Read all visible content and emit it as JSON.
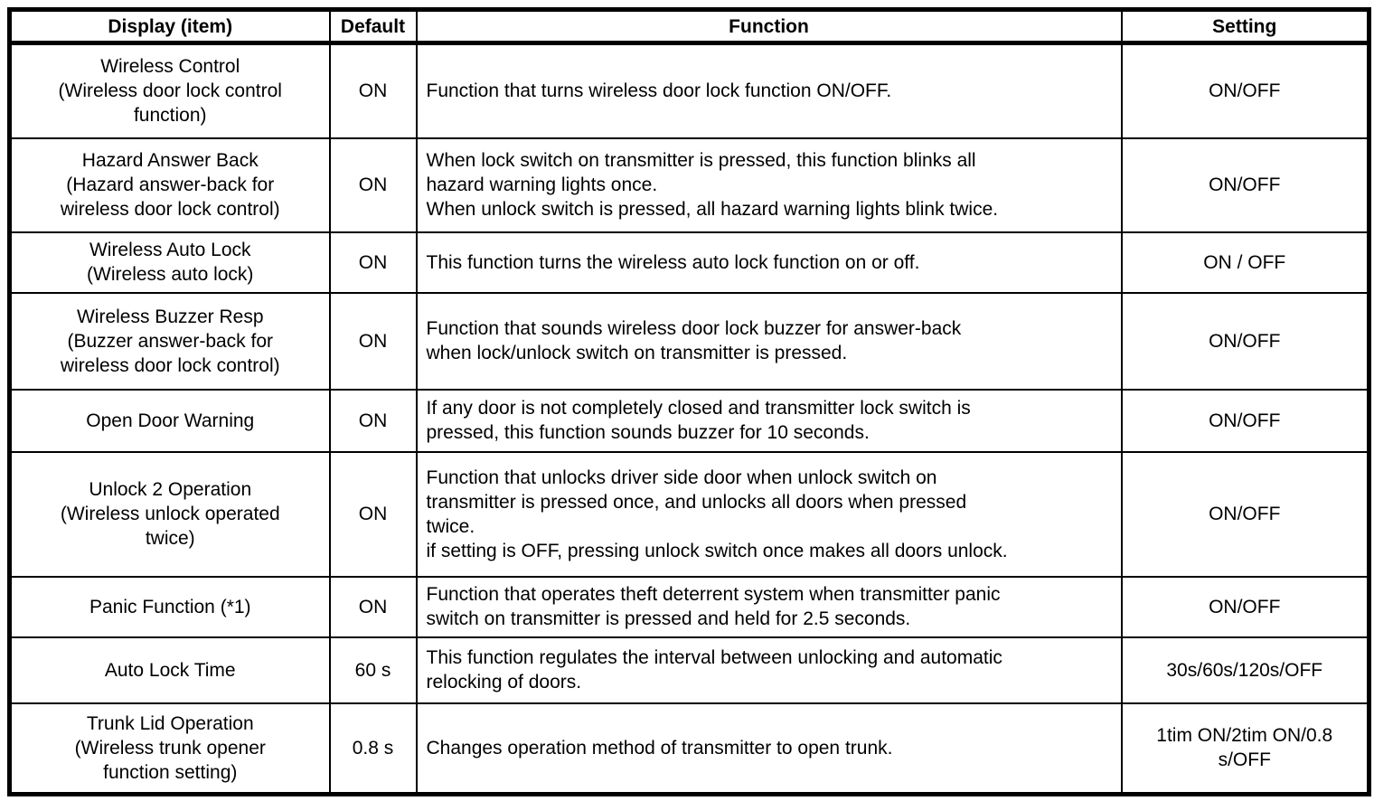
{
  "table": {
    "headers": [
      "Display (item)",
      "Default",
      "Function",
      "Setting"
    ],
    "rows": [
      {
        "display": "Wireless Control\n(Wireless door lock control\nfunction)",
        "default": "ON",
        "function": "Function that turns wireless door lock function ON/OFF.",
        "setting": "ON/OFF"
      },
      {
        "display": "Hazard Answer Back\n(Hazard answer-back for\nwireless door lock control)",
        "default": "ON",
        "function": "When lock switch on transmitter is pressed, this function blinks all\nhazard warning lights once.\nWhen unlock switch is pressed, all hazard warning lights blink twice.",
        "setting": "ON/OFF"
      },
      {
        "display": "Wireless Auto Lock\n(Wireless auto lock)",
        "default": "ON",
        "function": "This function turns the wireless auto lock function on or off.",
        "setting": "ON / OFF"
      },
      {
        "display": "Wireless Buzzer Resp\n(Buzzer answer-back for\nwireless door lock control)",
        "default": "ON",
        "function": "Function that sounds wireless door lock buzzer for answer-back\nwhen lock/unlock switch on transmitter is pressed.",
        "setting": "ON/OFF"
      },
      {
        "display": "Open Door Warning",
        "default": "ON",
        "function": "If any door is not completely closed and transmitter lock switch is\npressed, this function sounds buzzer for 10 seconds.",
        "setting": "ON/OFF"
      },
      {
        "display": "Unlock 2 Operation\n(Wireless unlock operated\ntwice)",
        "default": "ON",
        "function": "Function that unlocks driver side door when unlock switch on\ntransmitter is pressed once, and unlocks all doors when pressed\ntwice.\nif setting is OFF, pressing unlock switch once makes all doors unlock.",
        "setting": "ON/OFF"
      },
      {
        "display": "Panic Function (*1)",
        "default": "ON",
        "function": "Function that operates theft deterrent system when transmitter panic\nswitch on transmitter is pressed and held for 2.5 seconds.",
        "setting": "ON/OFF"
      },
      {
        "display": "Auto Lock Time",
        "default": "60 s",
        "function": "This function regulates the interval between unlocking and automatic\nrelocking of doors.",
        "setting": "30s/60s/120s/OFF"
      },
      {
        "display": "Trunk Lid Operation\n(Wireless trunk opener\nfunction setting)",
        "default": "0.8 s",
        "function": "Changes operation method of transmitter to open trunk.",
        "setting": "1tim ON/2tim ON/0.8\ns/OFF"
      }
    ]
  }
}
